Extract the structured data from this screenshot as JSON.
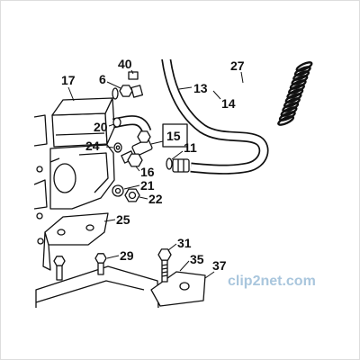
{
  "callouts": [
    "17",
    "6",
    "40",
    "27",
    "13",
    "14",
    "20",
    "15",
    "24",
    "11",
    "16",
    "21",
    "22",
    "25",
    "31",
    "29",
    "35",
    "37"
  ],
  "highlight_color": "#b43a3a",
  "watermark": "clip2net.com",
  "watermark_color": "#a9c6dd"
}
